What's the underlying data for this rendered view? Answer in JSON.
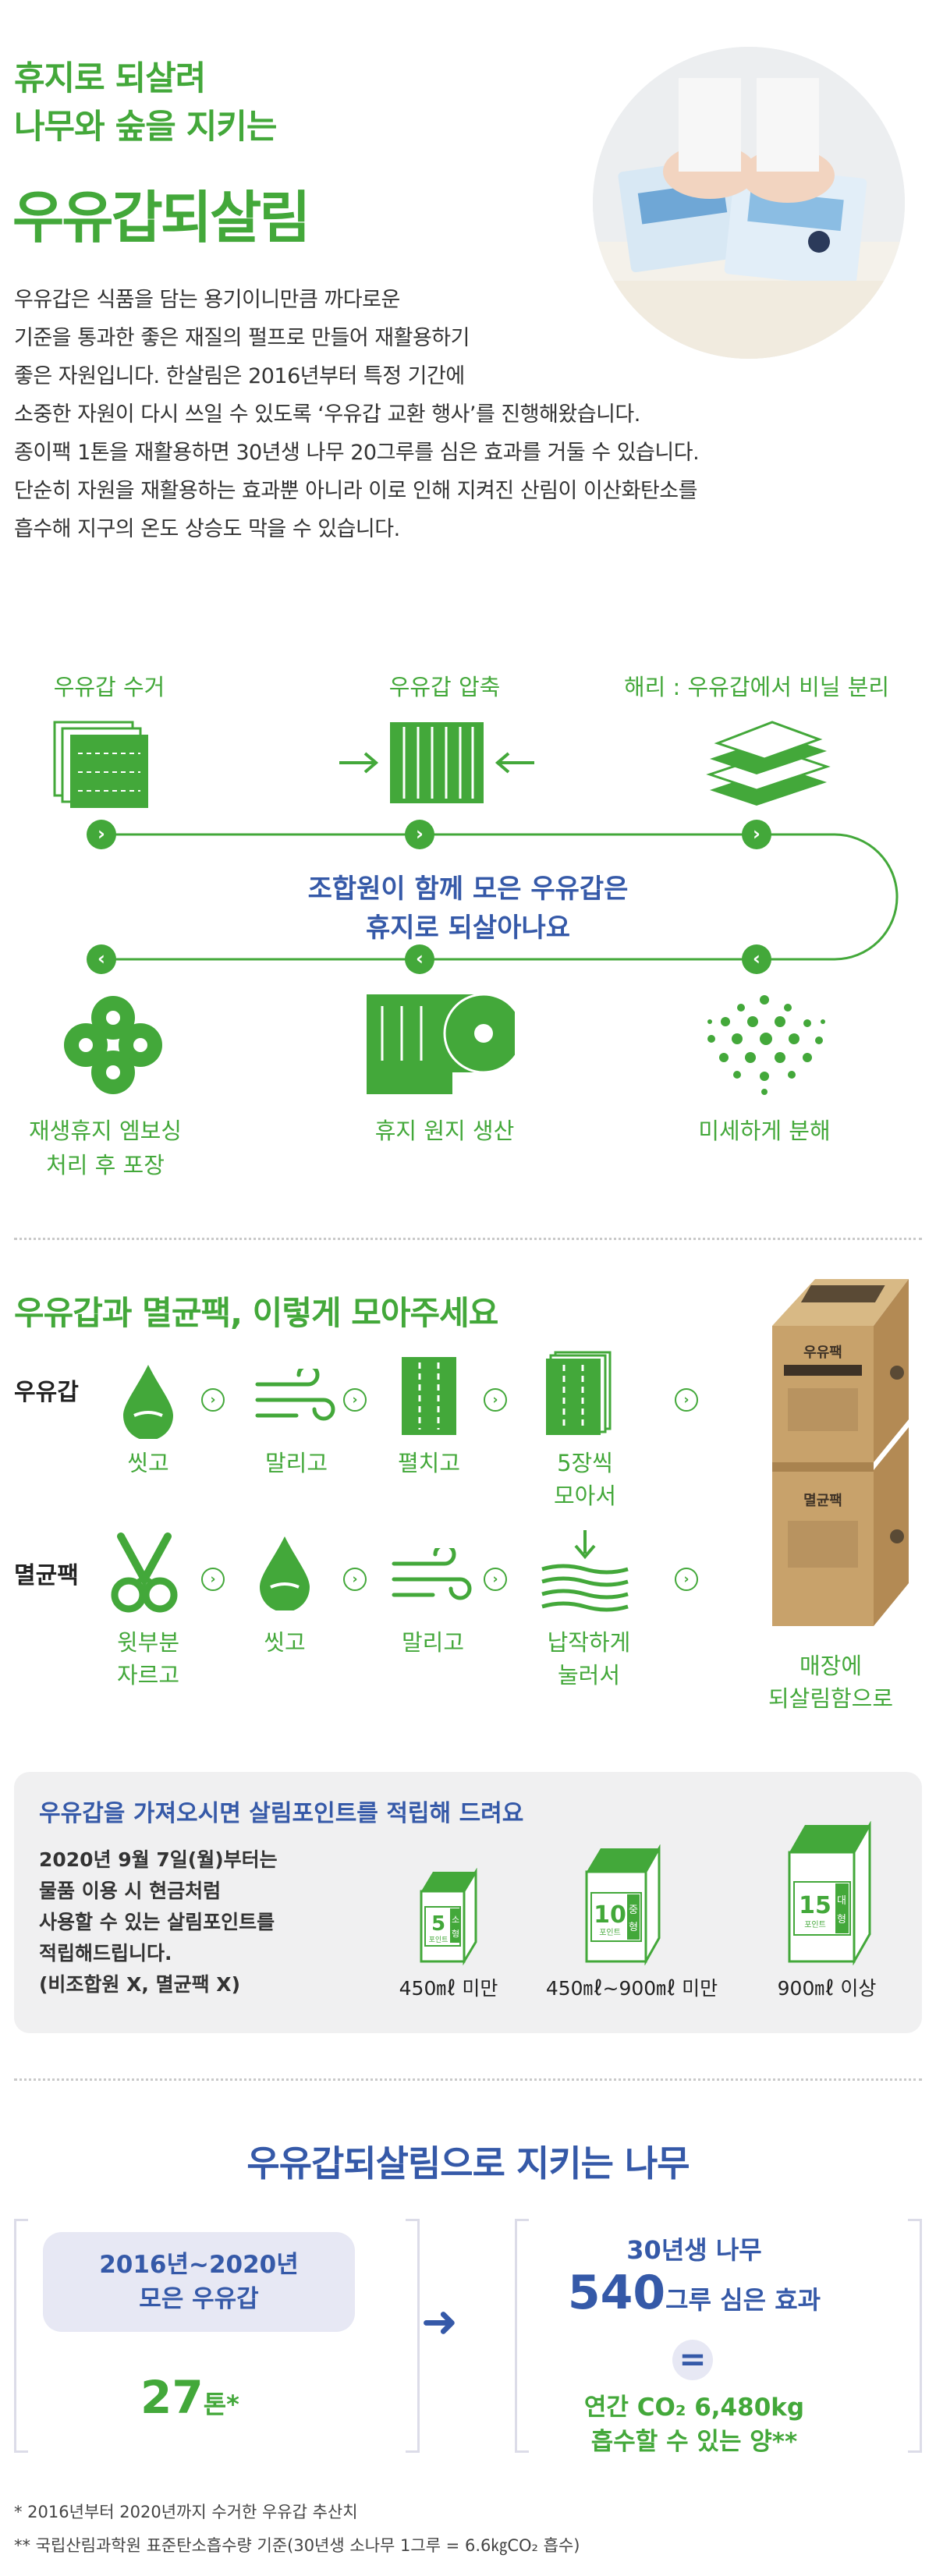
{
  "header": {
    "title_line1": "휴지로 되살려",
    "title_line2": "나무와 숲을 지키는",
    "title_big": "우유갑되살림",
    "intro_lines": [
      "우유갑은 식품을 담는 용기이니만큼 까다로운",
      "기준을 통과한 좋은 재질의 펄프로 만들어 재활용하기",
      "좋은 자원입니다. 한살림은 2016년부터 특정 기간에",
      "소중한 자원이 다시 쓰일 수 있도록 ‘우유갑 교환 행사’를 진행해왔습니다.",
      "종이팩 1톤을 재활용하면 30년생 나무 20그루를 심은 효과를 거둘 수 있습니다.",
      "단순히 자원을 재활용하는 효과뿐 아니라 이로 인해 지켜진 산림이 이산화탄소를",
      "흡수해 지구의 온도 상승도 막을 수 있습니다."
    ]
  },
  "process": {
    "top_steps": [
      "우유갑 수거",
      "우유갑 압축",
      "해리 : 우유갑에서 비닐 분리"
    ],
    "center_line1": "조합원이 함께 모은 우유갑은",
    "center_line2": "휴지로 되살아나요",
    "bottom_steps": [
      {
        "line1": "재생휴지 엠보싱",
        "line2": "처리 후 포장"
      },
      {
        "line1": "휴지 원지 생산",
        "line2": ""
      },
      {
        "line1": "미세하게 분해",
        "line2": ""
      }
    ],
    "arrow_right": "›",
    "arrow_left": "‹"
  },
  "collect": {
    "title": "우유갑과 멸균팩, 이렇게 모아주세요",
    "milk_label": "우유갑",
    "milk_steps": [
      {
        "line1": "씻고",
        "line2": ""
      },
      {
        "line1": "말리고",
        "line2": ""
      },
      {
        "line1": "펼치고",
        "line2": ""
      },
      {
        "line1": "5장씩",
        "line2": "모아서"
      }
    ],
    "sterile_label": "멸균팩",
    "sterile_steps": [
      {
        "line1": "윗부분",
        "line2": "자르고"
      },
      {
        "line1": "씻고",
        "line2": ""
      },
      {
        "line1": "말리고",
        "line2": ""
      },
      {
        "line1": "납작하게",
        "line2": "눌러서"
      }
    ],
    "box_caption_line1": "매장에",
    "box_caption_line2": "되살림함으로",
    "box_top_text": "우유팩",
    "box_bottom_text": "멸균팩",
    "chevron": "›"
  },
  "points": {
    "title": "우유갑을 가져오시면 살림포인트를 적립해 드려요",
    "desc_lines": [
      "2020년 9월 7일(월)부터는",
      "물품 이용 시 현금처럼",
      "사용할 수 있는 살림포인트를",
      "적립해드립니다.",
      "(비조합원 X, 멸균팩 X)"
    ],
    "cartons": [
      {
        "num": "5",
        "size": "소형",
        "caption": "450㎖ 미만"
      },
      {
        "num": "10",
        "size": "중형",
        "caption": "450㎖~900㎖ 미만"
      },
      {
        "num": "15",
        "size": "대형",
        "caption": "900㎖ 이상"
      }
    ],
    "point_word": "포인트"
  },
  "trees": {
    "title": "우유갑되살림으로 지키는 나무",
    "period_line1": "2016년~2020년",
    "period_line2": "모은 우유갑",
    "amount": "27",
    "amount_unit": "톤*",
    "result_line1": "30년생 나무",
    "result_count": "540",
    "result_suffix": "그루 심은 효과",
    "equals": "=",
    "co2_line1": "연간 CO₂ 6,480kg",
    "co2_line2": "흡수할 수 있는 양**",
    "arrow": "➜",
    "note1": "* 2016년부터 2020년까지 수거한 우유갑 추산치",
    "note2": "** 국립산림과학원 표준탄소흡수량 기준(30년생 소나무 1그루 = 6.6㎏CO₂ 흡수)"
  },
  "colors": {
    "green": "#43a83a",
    "blue": "#3559a8",
    "lavender": "#e7e8f4",
    "gray_box": "#f0f0f1",
    "cardboard": "#c8a26b"
  }
}
